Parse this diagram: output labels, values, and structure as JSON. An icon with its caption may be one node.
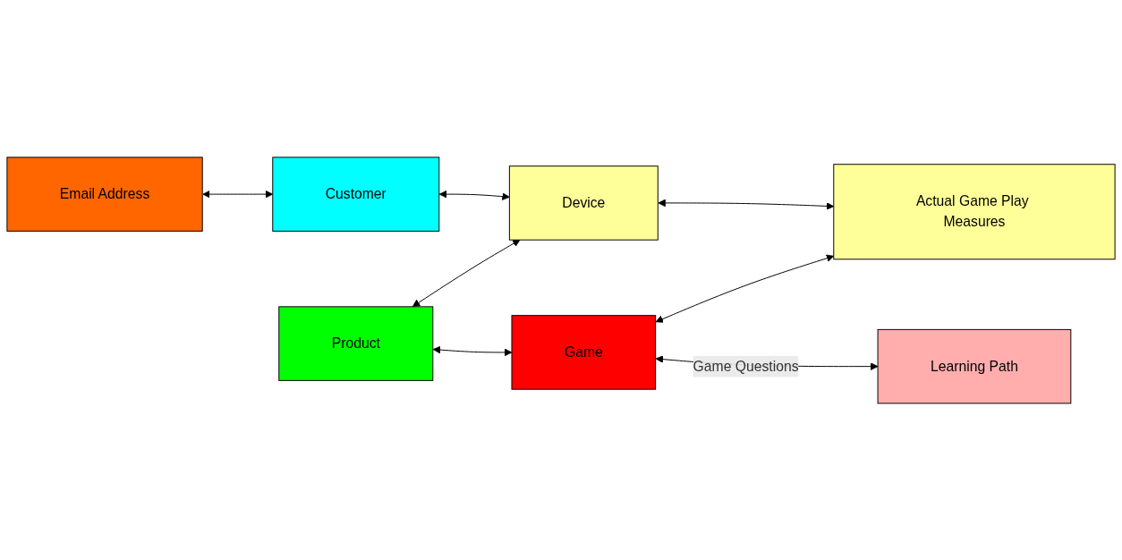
{
  "diagram": {
    "nodes": [
      {
        "text": [
          "Product"
        ]
      },
      {
        "text": [
          "Email Address"
        ]
      },
      {
        "text": [
          "Customer"
        ]
      },
      {
        "text": [
          "Device"
        ]
      },
      {
        "text": [
          "Game"
        ]
      },
      {
        "text": [
          "Learning Path"
        ]
      },
      {
        "text": [
          "Actual Game Play Measures"
        ]
      }
    ],
    "edges": [
      {
        "from": 1,
        "to": 2,
        "arrow": "both"
      },
      {
        "from": 2,
        "to": 3,
        "arrow": "both"
      },
      {
        "from": 0,
        "to": 3,
        "arrow": "both"
      },
      {
        "from": 0,
        "to": 4,
        "arrow": "both"
      },
      {
        "from": 4,
        "to": 5,
        "arrow": "both",
        "label": "Game Questions"
      },
      {
        "from": 3,
        "to": 6,
        "arrow": "both"
      },
      {
        "from": 4,
        "to": 6,
        "arrow": "both"
      }
    ]
  }
}
